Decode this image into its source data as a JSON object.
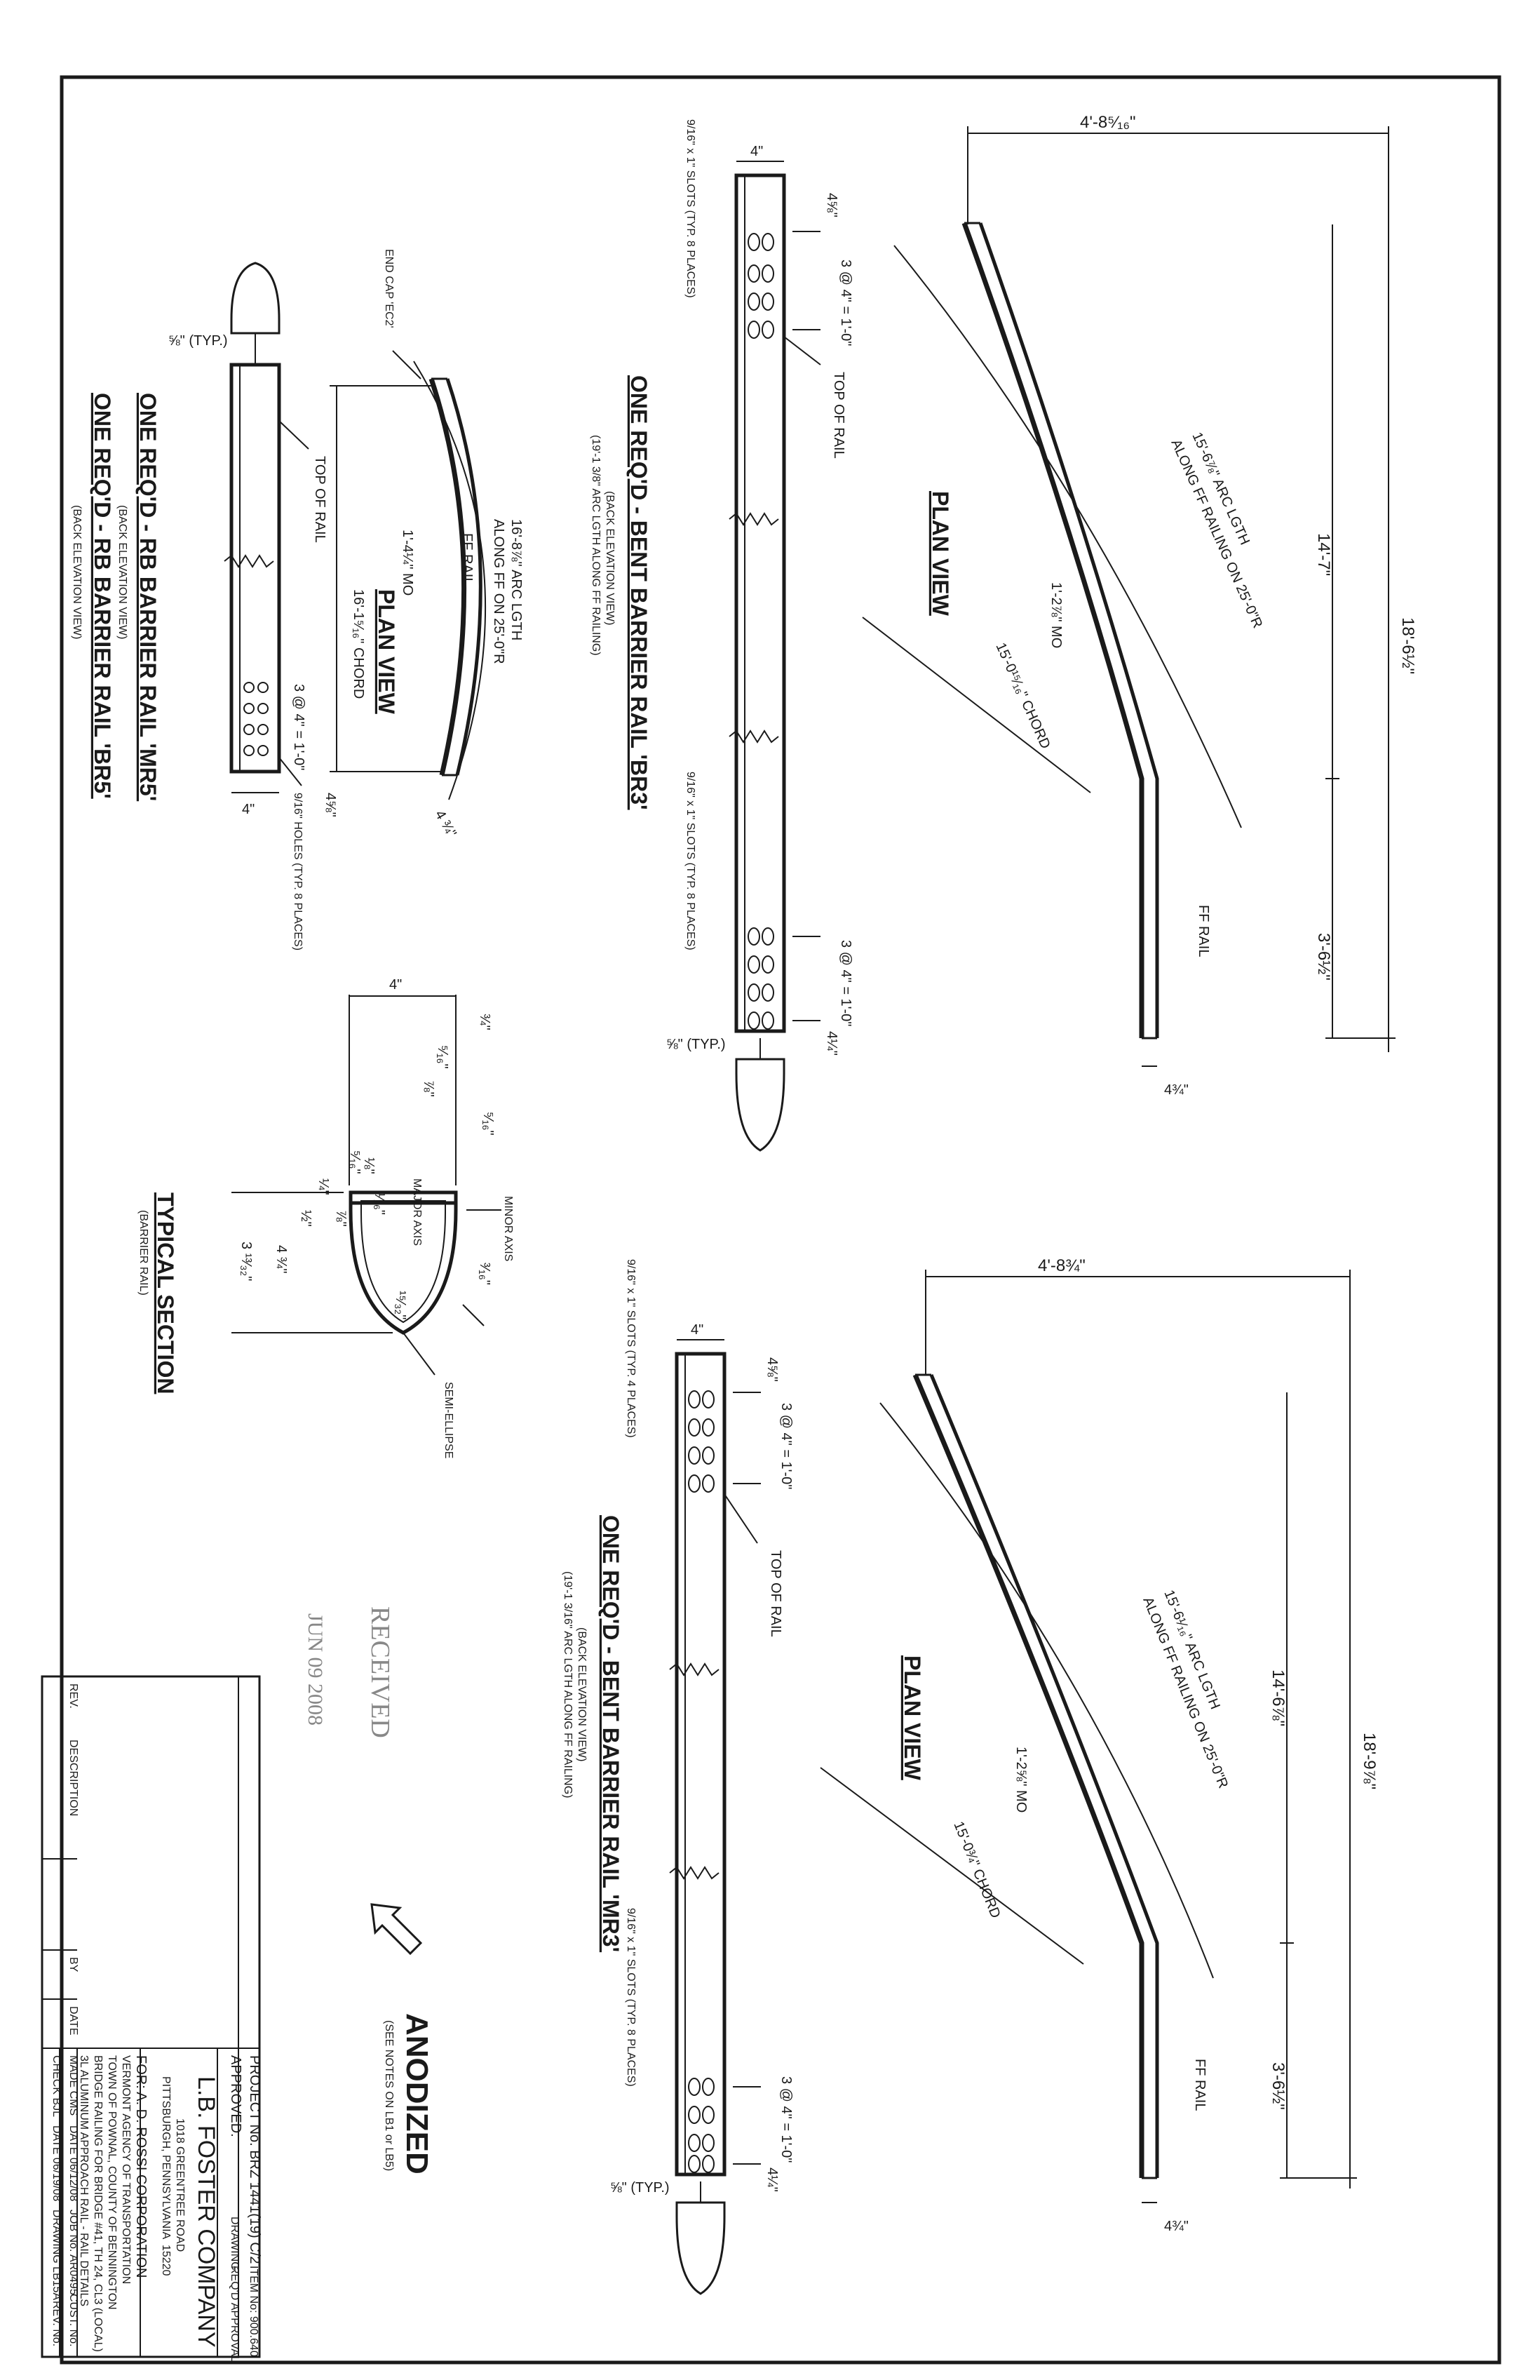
{
  "colors": {
    "ink": "#1a1a1a",
    "paper": "#ffffff",
    "stamp": "#888888"
  },
  "views": {
    "br3_plan": {
      "title": "PLAN VIEW",
      "width": "4'-8⁵⁄₁₆\"",
      "overall": "18'-6½\"",
      "straight": "14'-7\"",
      "end": "3'-6½\"",
      "offset": "4¾\"",
      "arc": "15'-6⅞\" ARC LGTH",
      "arc2": "ALONG FF RAILING ON 25'-0\"R",
      "mo": "1'-2⅞\" MO",
      "chord": "15'-0¹⁵⁄₁₆\" CHORD",
      "ff_rail": "FF RAIL"
    },
    "br3_elev": {
      "title": "ONE REQ'D - BENT BARRIER RAIL 'BR3'",
      "sub1": "(BACK ELEVATION VIEW)",
      "sub2": "(19'-1 3/8\" ARC LGTH ALONG FF RAILING)",
      "slots_top": "9/16\" x 1\" SLOTS (TYP. 8 PLACES)",
      "slots_bot": "9/16\" x 1\" SLOTS (TYP. 8 PLACES)",
      "width": "4\"",
      "edge1": "4⅝\"",
      "spacing1": "3 @ 4\" = 1'-0\"",
      "spacing2": "3 @ 4\" = 1'-0\"",
      "edge2": "4¼\"",
      "top_of_rail": "TOP OF RAIL",
      "typ": "⅝\" (TYP.)"
    },
    "mr3_plan": {
      "title": "PLAN VIEW",
      "width": "4'-8¾\"",
      "overall": "18'-9⅞\"",
      "straight": "14'-6⅞\"",
      "end": "3'-6½\"",
      "offset": "4¾\"",
      "arc": "15'-6¹⁄₁₆\" ARC LGTH",
      "arc2": "ALONG FF RAILING ON 25'-0\"R",
      "mo": "1'-2⅝\" MO",
      "chord": "15'-0¾\" CHORD",
      "ff_rail": "FF RAIL"
    },
    "mr3_elev": {
      "title": "ONE REQ'D - BENT BARRIER RAIL 'MR3'",
      "sub1": "(BACK ELEVATION VIEW)",
      "sub2": "(19'-1 3/16\" ARC LGTH ALONG FF RAILING)",
      "slots_top": "9/16\" x 1\" SLOTS (TYP. 4 PLACES)",
      "slots_bot": "9/16\" x 1\" SLOTS (TYP. 8 PLACES)",
      "width": "4\"",
      "edge1": "4⅝\"",
      "spacing1": "3 @ 4\" = 1'-0\"",
      "spacing2": "3 @ 4\" = 1'-0\"",
      "edge2": "4¼\"",
      "top_of_rail": "TOP OF RAIL",
      "typ": "⅝\" (TYP.)"
    },
    "section": {
      "title": "TYPICAL SECTION",
      "sub": "(BARRIER RAIL)",
      "width": "4\"",
      "d1": "¾\"",
      "d2": "⁵⁄₁₆\"",
      "d3": "⅞\"",
      "d4": "⁵⁄₁₆\"",
      "d5": "¼\"",
      "d6": "⅛\"",
      "d7": "⁵⁄₁₆\"",
      "d8": "¹⁄₁₆\"",
      "d9": "½\"",
      "d10": "⅞\"",
      "height": "4 ¾\"",
      "axis_h": "3 ¹³⁄₃₂\"",
      "d11": "³⁄₁₆\"",
      "d12": "¹⁵⁄₃₂\"",
      "minor": "MINOR AXIS",
      "major": "MAJOR AXIS",
      "ellipse": "SEMI-ELLIPSE"
    },
    "rb_plan": {
      "title": "PLAN VIEW",
      "arc": "16'-8⅞\" ARC LGTH",
      "arc2": "ALONG FF ON 25'-0\"R",
      "mo": "1'-4¼\" MO",
      "chord": "16'-1⁵⁄₁₆\" CHORD",
      "ff_rail": "FF RAIL",
      "end_cap": "END CAP 'EC2'",
      "offset": "4 ¾\""
    },
    "rb_elev": {
      "title1": "ONE REQ'D - RB BARRIER RAIL 'MR5'",
      "sub1": "(BACK ELEVATION VIEW)",
      "title2": "ONE REQ'D - RB BARRIER RAIL 'BR5'",
      "sub2": "(BACK ELEVATION VIEW)",
      "typ": "⅝\" (TYP.)",
      "top_of_rail": "TOP OF RAIL",
      "spacing": "3 @ 4\" = 1'-0\"",
      "holes": "9/16\" HOLES (TYP. 8 PLACES)",
      "width": "4\"",
      "edge": "4⅝\""
    }
  },
  "anodized": {
    "label": "ANODIZED",
    "note": "(SEE NOTES ON LB1 or LB5)"
  },
  "stamp": {
    "received": "RECEIVED",
    "date": "JUN 09 2008"
  },
  "title_block": {
    "project": "PROJECT No. BRZ 1441(19) C/2",
    "item": "ITEM No: 900.640",
    "approved": "APPROVED:",
    "drawing": "DRAWING",
    "reqd": "REQ'D APPROVAL",
    "company": "L.B. FOSTER COMPANY",
    "address1": "1018 GREENTREE ROAD",
    "address2": "PITTSBURGH, PENNSYLVANIA",
    "zip": "15220",
    "for_line": "FOR: A. D. ROSSI CORPORATION",
    "l1": "VERMONT AGENCY OF TRANSPORTATION",
    "l2": "TOWN OF POWNAL, COUNTY OF BENNINGTON",
    "l3": "BRIDGE RAILING FOR BRIDGE #41, TH 24, CL3 (LOCAL)",
    "l4": "3L ALUMINUM APPROACH RAIL - RAIL DETAILS",
    "made": "MADE CMS",
    "made_date": "DATE 06/12/08",
    "job": "JOB No. AR0495",
    "cust": "CUST. No.",
    "check": "CHECK BJL",
    "check_date": "DATE 06/19/08",
    "dwg_no": "DRAWING LB15A",
    "rev_no": "REV. No.",
    "rev": "REV.",
    "desc": "DESCRIPTION",
    "by": "BY",
    "date": "DATE"
  }
}
